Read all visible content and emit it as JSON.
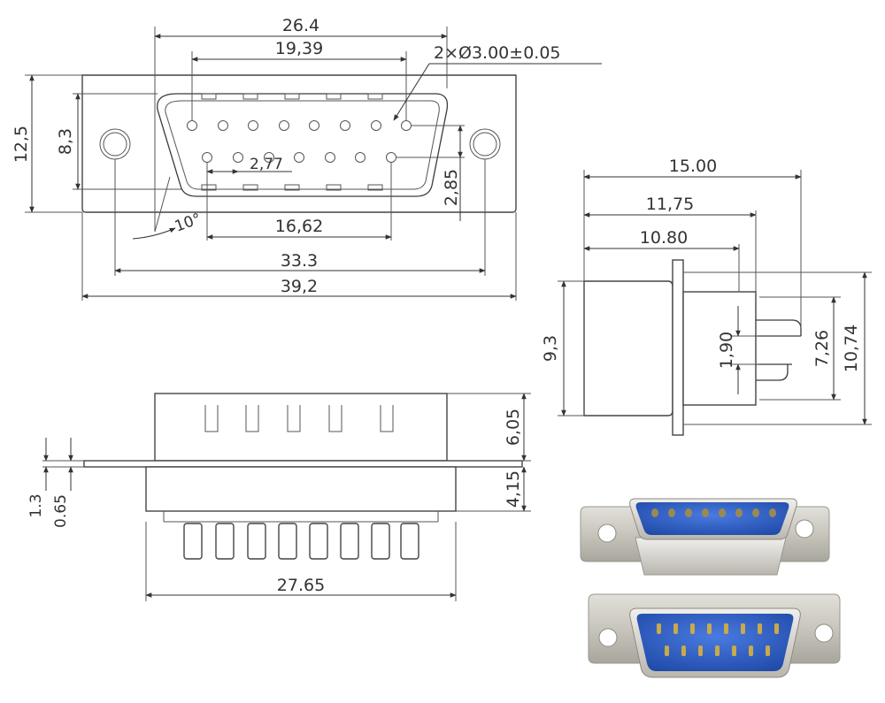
{
  "front_view": {
    "dim_overall_pins_width": "26.4",
    "dim_top_row_span": "19,39",
    "dim_mount_hole_callout": "2×Ø3.00±0.05",
    "dim_flange_height": "12,5",
    "dim_shell_height": "8,3",
    "dim_pin_pitch": "2,77",
    "dim_row_offset": "2,85",
    "dim_angle": "10°",
    "dim_bottom_row_span": "16,62",
    "dim_hole_spacing": "33.3",
    "dim_flange_width": "39,2"
  },
  "side_view": {
    "dim_depth_total": "15.00",
    "dim_depth_mid": "11,75",
    "dim_depth_shell": "10.80",
    "dim_shell_h": "9,3",
    "dim_pin_gap": "1,90",
    "dim_pin_rows": "7,26",
    "dim_overall_h": "10,74"
  },
  "bottom_view": {
    "dim_tail_height": "6,05",
    "dim_plate_thickness_a": "1.3",
    "dim_plate_thickness_b": "0.65",
    "dim_insert_height": "4,15",
    "dim_body_width": "27.65"
  },
  "photos": {
    "connector_color": "#2f5fc4",
    "metal_color": "#c9c6bd"
  }
}
